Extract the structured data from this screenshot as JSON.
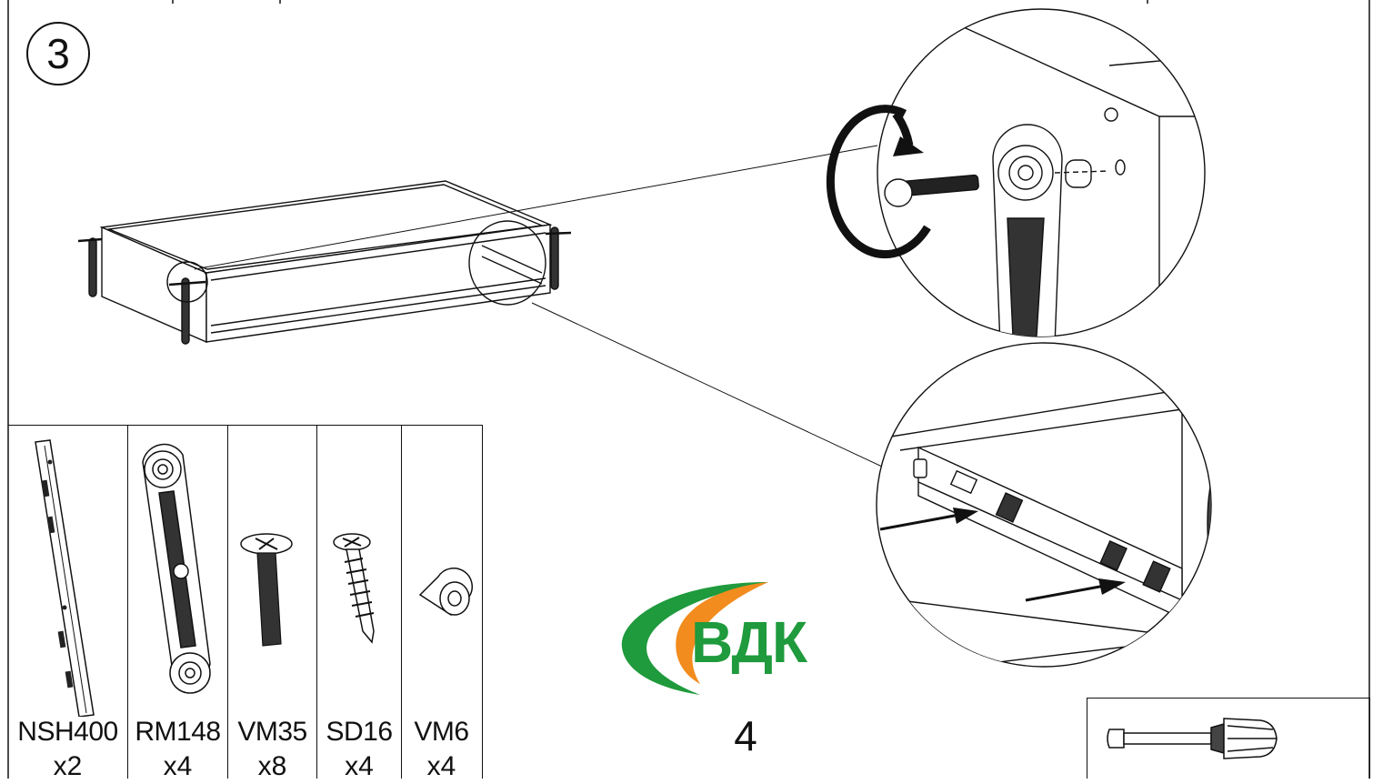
{
  "step": {
    "number": "3"
  },
  "parts": [
    {
      "code": "NSH400",
      "qty": "x2",
      "icon": "drawer-slide-rail-icon"
    },
    {
      "code": "RM148",
      "qty": "x4",
      "icon": "connector-arm-icon"
    },
    {
      "code": "VM35",
      "qty": "x8",
      "icon": "machine-screw-icon"
    },
    {
      "code": "SD16",
      "qty": "x4",
      "icon": "wood-screw-icon"
    },
    {
      "code": "VM6",
      "qty": "x4",
      "icon": "spacer-sleeve-icon"
    }
  ],
  "logo": {
    "text": "ВДК",
    "colors": {
      "green": "#1f9a3c",
      "orange": "#f28c1e"
    }
  },
  "page": {
    "number": "4"
  },
  "tool": {
    "icon": "screwdriver-icon"
  }
}
